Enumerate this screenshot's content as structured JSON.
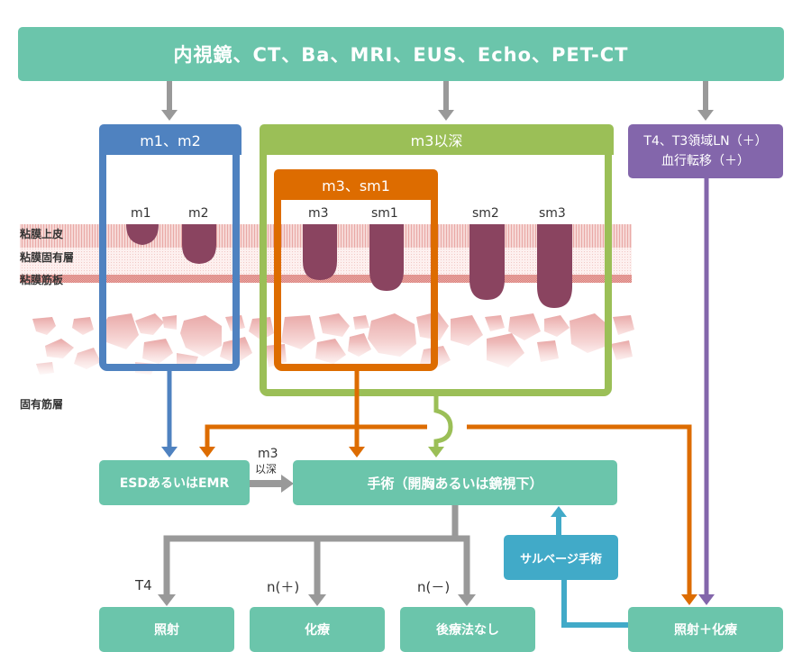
{
  "colors": {
    "teal": "#6bc5ab",
    "blue": "#4f82c0",
    "green": "#9bbf57",
    "orange": "#dd6c00",
    "purple": "#8366ab",
    "cyan": "#41aac8",
    "gray": "#999999",
    "tumor": "#8a4460"
  },
  "header": {
    "title": "内視鏡、CT、Ba、MRI、EUS、Echo、PET-CT"
  },
  "staging": {
    "m1m2": {
      "title": "m1、m2",
      "lesions": [
        "m1",
        "m2"
      ]
    },
    "m3deep": {
      "title": "m3以深",
      "lesions": [
        "sm2",
        "sm3"
      ]
    },
    "m3sm1": {
      "title": "m3、sm1",
      "lesions": [
        "m3",
        "sm1"
      ]
    },
    "advanced": {
      "line1": "T4、T3領域LN（＋）",
      "line2": "血行転移（＋）"
    }
  },
  "layers": {
    "epithelium": "粘膜上皮",
    "lamina_propria": "粘膜固有層",
    "muscularis_mucosae": "粘膜筋板",
    "muscularis_propria": "固有筋層"
  },
  "treatments": {
    "esd_emr": "ESDあるいはEMR",
    "surgery": "手術（開胸あるいは鏡視下）",
    "arrow_label_line1": "m3",
    "arrow_label_line2": "以深",
    "salvage": "サルベージ手術"
  },
  "outcomes": {
    "radiation": {
      "label": "照射",
      "condition": "T4"
    },
    "chemo": {
      "label": "化療",
      "condition": "n(＋)"
    },
    "none": {
      "label": "後療法なし",
      "condition": "n(－)"
    },
    "chemoradiation": {
      "label": "照射＋化療"
    }
  }
}
